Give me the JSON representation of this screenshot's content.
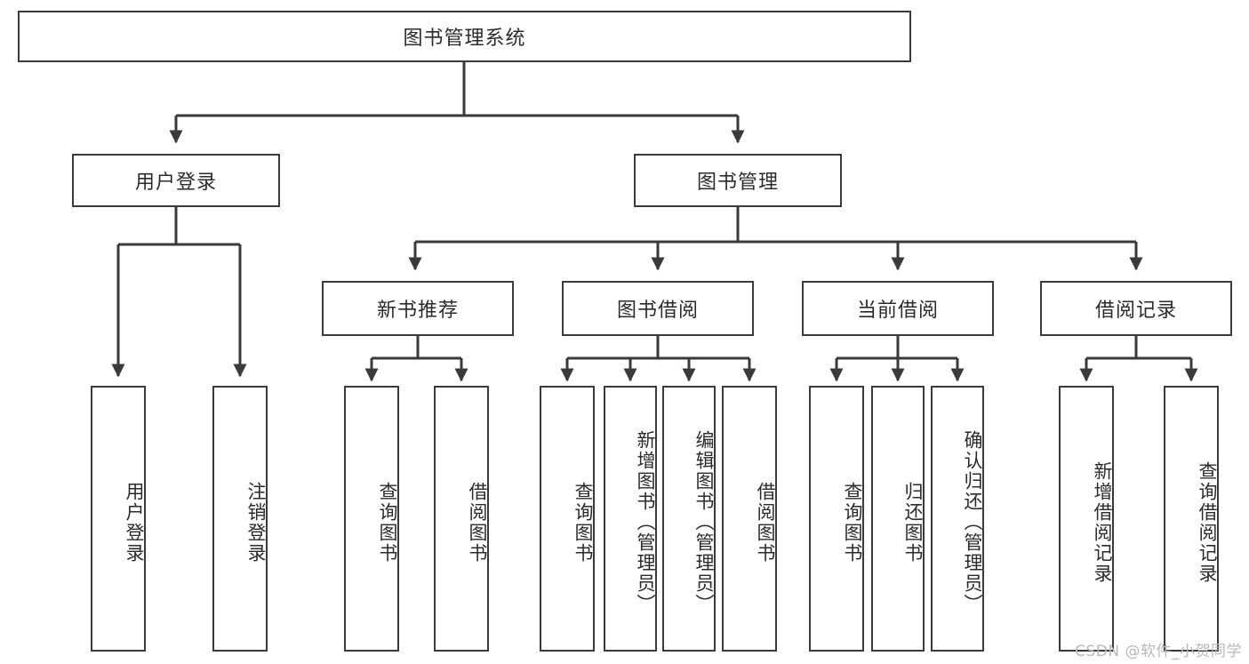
{
  "diagram": {
    "title": "图书管理系统",
    "type": "tree",
    "colors": {
      "background": "#ffffff",
      "box_border": "#3a3a3a",
      "box_fill": "#ffffff",
      "text": "#2b2b2b",
      "edge": "#3a3a3a",
      "watermark": "#b9b9b9"
    },
    "root": {
      "label": "图书管理系统"
    },
    "level2": [
      {
        "label": "用户登录"
      },
      {
        "label": "图书管理"
      }
    ],
    "level3": [
      {
        "label": "新书推荐"
      },
      {
        "label": "图书借阅"
      },
      {
        "label": "当前借阅"
      },
      {
        "label": "借阅记录"
      }
    ],
    "leaves": {
      "user_login": [
        {
          "label": "用户登录"
        },
        {
          "label": "注销登录"
        }
      ],
      "new_book_recommend": [
        {
          "label": "查询图书"
        },
        {
          "label": "借阅图书"
        }
      ],
      "book_borrow": [
        {
          "label": "查询图书"
        },
        {
          "label": "新增图书（管理员）"
        },
        {
          "label": "编辑图书（管理员）"
        },
        {
          "label": "借阅图书"
        }
      ],
      "current_borrow": [
        {
          "label": "查询图书"
        },
        {
          "label": "归还图书"
        },
        {
          "label": "确认归还（管理员）"
        }
      ],
      "borrow_record": [
        {
          "label": "新增借阅记录"
        },
        {
          "label": "查询借阅记录"
        }
      ]
    }
  },
  "watermark": {
    "text": "CSDN @软件_小贺同学"
  }
}
